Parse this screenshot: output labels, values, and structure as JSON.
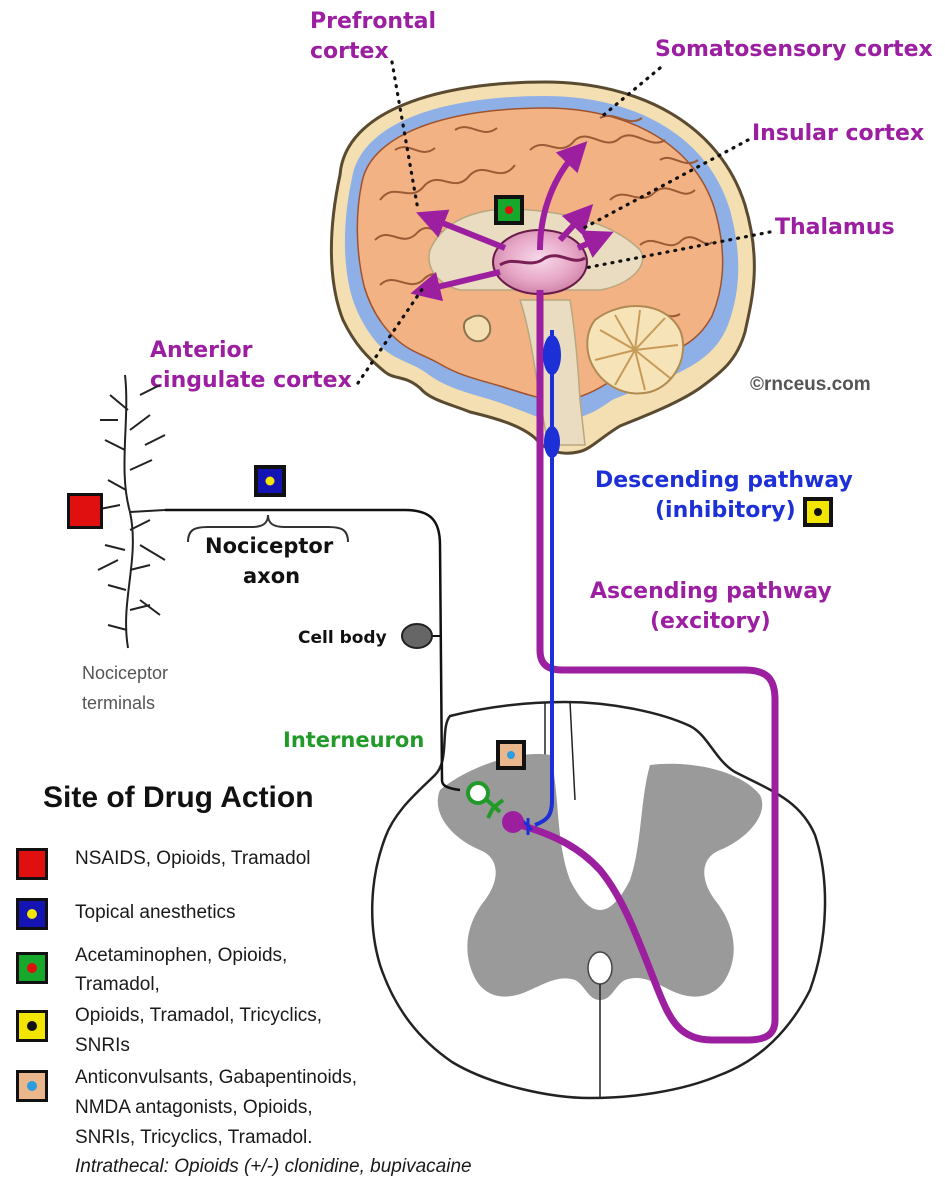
{
  "labels": {
    "prefrontal": [
      "Prefrontal",
      "cortex"
    ],
    "somatosensory": "Somatosensory cortex",
    "insular": "Insular cortex",
    "thalamus": "Thalamus",
    "anterior_cingulate": [
      "Anterior",
      "cingulate cortex"
    ],
    "copyright": "©rnceus.com",
    "descending": [
      "Descending  pathway",
      "(inhibitory)"
    ],
    "ascending": [
      "Ascending pathway",
      "(excitory)"
    ],
    "nociceptor_axon": [
      "Nociceptor",
      "axon"
    ],
    "cell_body": "Cell body",
    "nociceptor_terminals": [
      "Nociceptor",
      "terminals"
    ],
    "interneuron": "Interneuron"
  },
  "legend": {
    "title": "Site of Drug Action",
    "items": [
      {
        "key": "red",
        "fill": "#e01010",
        "dot": "",
        "lines": [
          "NSAIDS, Opioids, Tramadol"
        ]
      },
      {
        "key": "blue",
        "fill": "#1414b4",
        "dot": "#f2e600",
        "lines": [
          "Topical anesthetics"
        ]
      },
      {
        "key": "green",
        "fill": "#16a82a",
        "dot": "#e01010",
        "lines": [
          "Acetaminophen, Opioids,",
          "Tramadol,"
        ]
      },
      {
        "key": "yellow",
        "fill": "#f2e600",
        "dot": "#111111",
        "lines": [
          "Opioids, Tramadol, Tricyclics,",
          "SNRIs"
        ]
      },
      {
        "key": "tan",
        "fill": "#eab68c",
        "dot": "#2a9ee0",
        "lines": [
          "Anticonvulsants, Gabapentinoids,",
          "NMDA antagonists, Opioids,",
          "SNRIs, Tricyclics, Tramadol."
        ]
      }
    ],
    "footnote": "Intrathecal: Opioids (+/-) clonidine, bupivacaine"
  },
  "colors": {
    "ascending": "#9c1fa0",
    "descending": "#1d2fd6",
    "brain": "#f2b284",
    "skull": "#f3dfb2",
    "csf": "#8fb0e6",
    "grey_matter": "#9a9a9a"
  }
}
